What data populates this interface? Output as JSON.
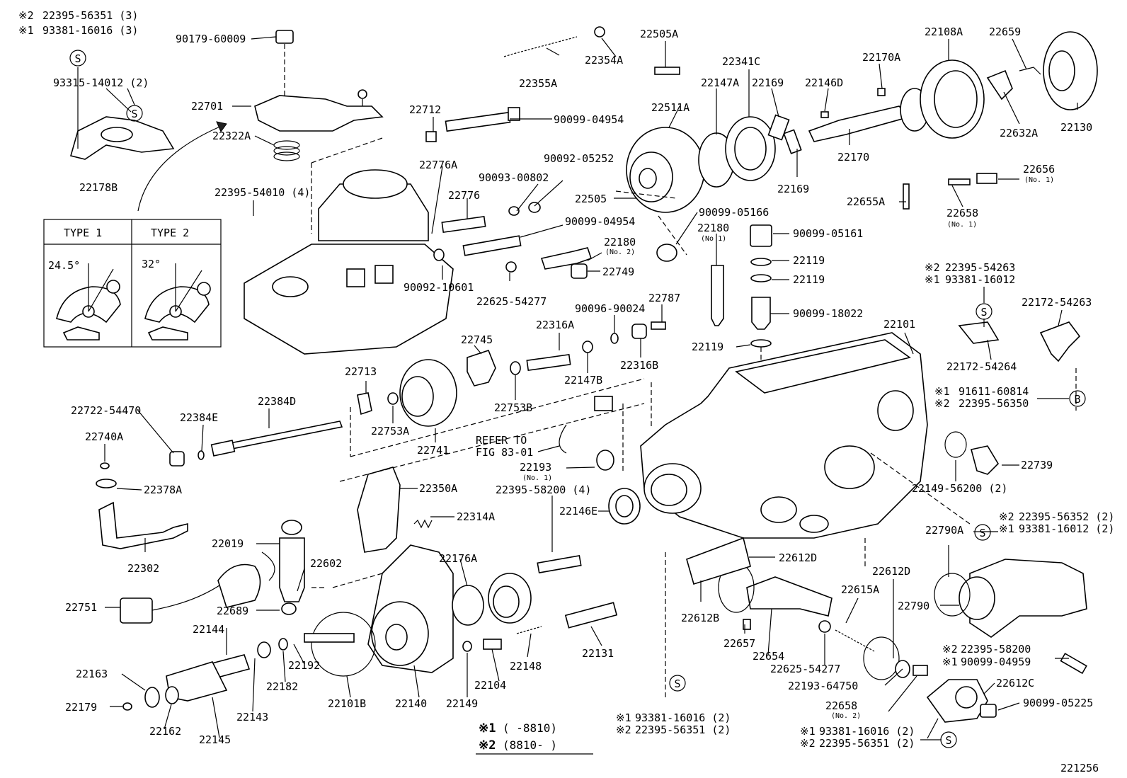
{
  "figure_id": "221256",
  "labels": {
    "l_22395_56351_top": "22395-56351 (3)",
    "l_93381_16016_top": "93381-16016 (3)",
    "l_93315": "93315-14012 (2)",
    "l_22178B": "22178B",
    "l_90179": "90179-60009",
    "l_22701": "22701",
    "l_22322A": "22322A",
    "l_22355A": "22355A",
    "l_22354A": "22354A",
    "l_22505A": "22505A",
    "l_22341C": "22341C",
    "l_22147A": "22147A",
    "l_22169a": "22169",
    "l_22146D": "22146D",
    "l_22170A": "22170A",
    "l_22108A": "22108A",
    "l_22659": "22659",
    "l_22130": "22130",
    "l_22632A": "22632A",
    "l_22170": "22170",
    "l_22169b": "22169",
    "l_22511A": "22511A",
    "l_22712": "22712",
    "l_90099_04954a": "90099-04954",
    "l_22776A": "22776A",
    "l_90092_05252": "90092-05252",
    "l_90093_00802": "90093-00802",
    "l_22776": "22776",
    "l_22505": "22505",
    "l_22395_54010": "22395-54010 (4)",
    "l_90099_05166": "90099-05166",
    "l_90099_04954b": "90099-04954",
    "l_22180a": "22180",
    "l_22180a_no": "(No. 2)",
    "l_22180b": "22180",
    "l_22180b_no": "(No 1)",
    "l_90092_10601": "90092-10601",
    "l_22749": "22749",
    "l_22625_54277a": "22625-54277",
    "l_22787": "22787",
    "l_90096_90024": "90096-90024",
    "l_90099_05161": "90099-05161",
    "l_22119a": "22119",
    "l_22119b": "22119",
    "l_90099_18022": "90099-18022",
    "l_22119c": "22119",
    "l_22656": "22656",
    "l_22656_no": "(No. 1)",
    "l_22655A": "22655A",
    "l_22658a": "22658",
    "l_22658a_no": "(No. 1)",
    "l_22395_54263": "22395-54263",
    "l_93381_16012a": "93381-16012",
    "l_22172_54263": "22172-54263",
    "l_22172_54264": "22172-54264",
    "l_91611": "91611-60814",
    "l_22395_56350": "22395-56350",
    "l_22101": "22101",
    "l_22745": "22745",
    "l_22316A": "22316A",
    "l_22147B": "22147B",
    "l_22316B": "22316B",
    "l_22753B": "22753B",
    "l_22713": "22713",
    "l_22753A": "22753A",
    "l_22741": "22741",
    "l_22384D": "22384D",
    "l_22384E": "22384E",
    "l_22722": "22722-54470",
    "l_22740A": "22740A",
    "l_22378A": "22378A",
    "l_refer1": "REFER TO",
    "l_refer2": "FIG 83-01",
    "l_22193a": "22193",
    "l_22193a_no": "(No. 1)",
    "l_22739": "22739",
    "l_22149_56200": "22149-56200 (2)",
    "l_22350A": "22350A",
    "l_22395_58200a": "22395-58200 (4)",
    "l_22146E": "22146E",
    "l_22314A": "22314A",
    "l_22302": "22302",
    "l_22019": "22019",
    "l_22602": "22602",
    "l_22612D_a": "22612D",
    "l_22612D_b": "22612D",
    "l_22790A": "22790A",
    "l_22395_56352": "22395-56352 (2)",
    "l_93381_16012b": "93381-16012 (2)",
    "l_22751": "22751",
    "l_22689": "22689",
    "l_22176A": "22176A",
    "l_22615A": "22615A",
    "l_22790": "22790",
    "l_22144": "22144",
    "l_22612B": "22612B",
    "l_22657": "22657",
    "l_22131": "22131",
    "l_22148": "22148",
    "l_22654": "22654",
    "l_22625_54277b": "22625-54277",
    "l_22395_58200b": "22395-58200",
    "l_90099_04959": "90099-04959",
    "l_22193_64750": "22193-64750",
    "l_22612C": "22612C",
    "l_22163": "22163",
    "l_22192": "22192",
    "l_22104": "22104",
    "l_22143": "22143",
    "l_22182": "22182",
    "l_22658b": "22658",
    "l_22658b_no": "(No. 2)",
    "l_90099_05225": "90099-05225",
    "l_22179": "22179",
    "l_22101B": "22101B",
    "l_22140": "22140",
    "l_22149": "22149",
    "l_22162": "22162",
    "l_22145": "22145",
    "l_93381_16016_mid": "93381-16016 (2)",
    "l_22395_56351_mid": "22395-56351 (2)",
    "l_93381_16016_bot": "93381-16016 (2)",
    "l_22395_56351_bot": "22395-56351 (2)"
  },
  "symbols": {
    "mark1": "※1",
    "mark2": "※2",
    "s": "S",
    "b": "B"
  },
  "type_box": {
    "type1": "TYPE 1",
    "type2": "TYPE 2",
    "angle1": "24.5°",
    "angle2": "32°"
  },
  "legend": {
    "row1_mark": "※1",
    "row1_text": "(      -8810)",
    "row2_mark": "※2",
    "row2_text": "(8810-      )"
  }
}
